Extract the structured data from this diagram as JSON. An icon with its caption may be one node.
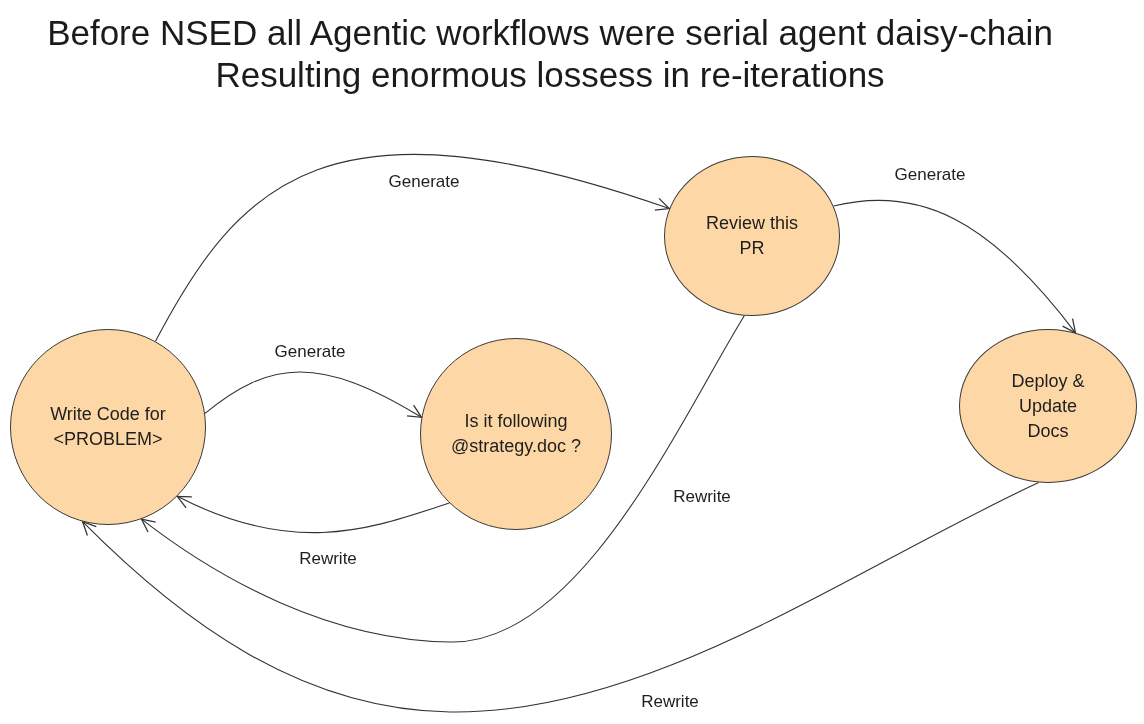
{
  "diagram": {
    "title": "Before NSED all Agentic workflows were serial agent daisy-chain Resulting enormous lossess in re-iterations",
    "nodes": [
      {
        "text": [
          "Write Code for <PROBLEM>"
        ]
      },
      {
        "text": [
          "Is it following @strategy.doc ?"
        ]
      },
      {
        "text": [
          "Review this PR"
        ]
      },
      {
        "text": [
          "Deploy & Update Docs"
        ]
      }
    ],
    "edges": [
      {
        "from": 0,
        "to": 2,
        "arrow": "to",
        "label": "Generate"
      },
      {
        "from": 0,
        "to": 1,
        "arrow": "to",
        "label": "Generate"
      },
      {
        "from": 1,
        "to": 0,
        "arrow": "to",
        "label": "Rewrite"
      },
      {
        "from": 2,
        "to": 3,
        "arrow": "to",
        "label": "Generate"
      },
      {
        "from": 2,
        "to": 0,
        "arrow": "to",
        "label": "Rewrite"
      },
      {
        "from": 3,
        "to": 0,
        "arrow": "to",
        "label": "Rewrite"
      }
    ]
  }
}
